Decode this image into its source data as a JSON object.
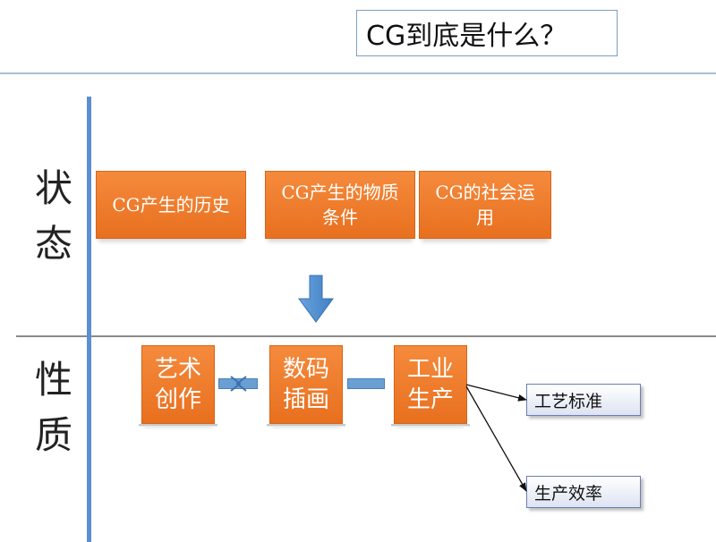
{
  "title": "CG到底是什么？",
  "labels": {
    "state": "状\n态",
    "nature": "性\n质"
  },
  "state_boxes": {
    "history": "CG产生的历史",
    "material": "CG产生的物质条件",
    "society": "CG的社会运用"
  },
  "nature_boxes": {
    "art": "艺术创作",
    "digital": "数码插画",
    "industry": "工业生产"
  },
  "outcomes": {
    "standard": "工艺标准",
    "efficiency": "生产效率"
  },
  "colors": {
    "orange": "#f07d2e",
    "blue": "#5b8fd0",
    "arrow_blue": "#4f8fd0"
  },
  "icons": [
    "down-arrow-icon",
    "double-arrow-icon",
    "connector-dash-icon",
    "arrow-icon"
  ]
}
